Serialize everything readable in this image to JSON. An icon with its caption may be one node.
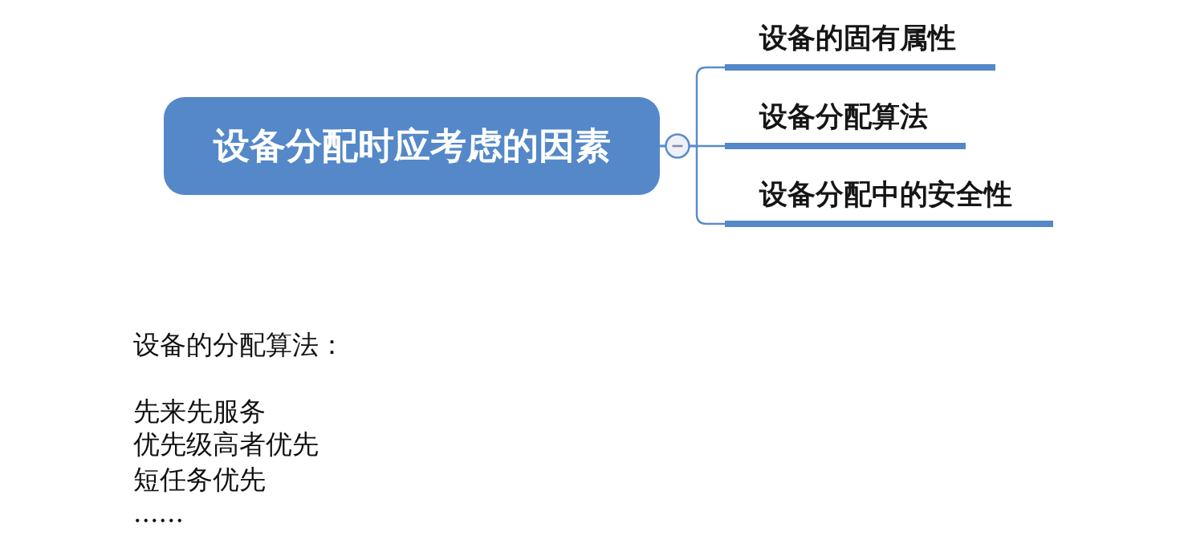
{
  "diagram": {
    "nodes": [
      {
        "text": [
          "设备分配时应考虑的因素"
        ]
      },
      {
        "text": [
          "设备的固有属性"
        ]
      },
      {
        "text": [
          "设备分配算法"
        ]
      },
      {
        "text": [
          "设备分配中的安全性"
        ]
      }
    ],
    "edges": [
      {
        "from": 0,
        "to": 1,
        "arrow": "none"
      },
      {
        "from": 0,
        "to": 2,
        "arrow": "none"
      },
      {
        "from": 0,
        "to": 3,
        "arrow": "none"
      }
    ],
    "labels": [
      "设备的分配算法：",
      "先来先服务",
      "优先级高者优先",
      "短任务优先",
      "......"
    ]
  }
}
